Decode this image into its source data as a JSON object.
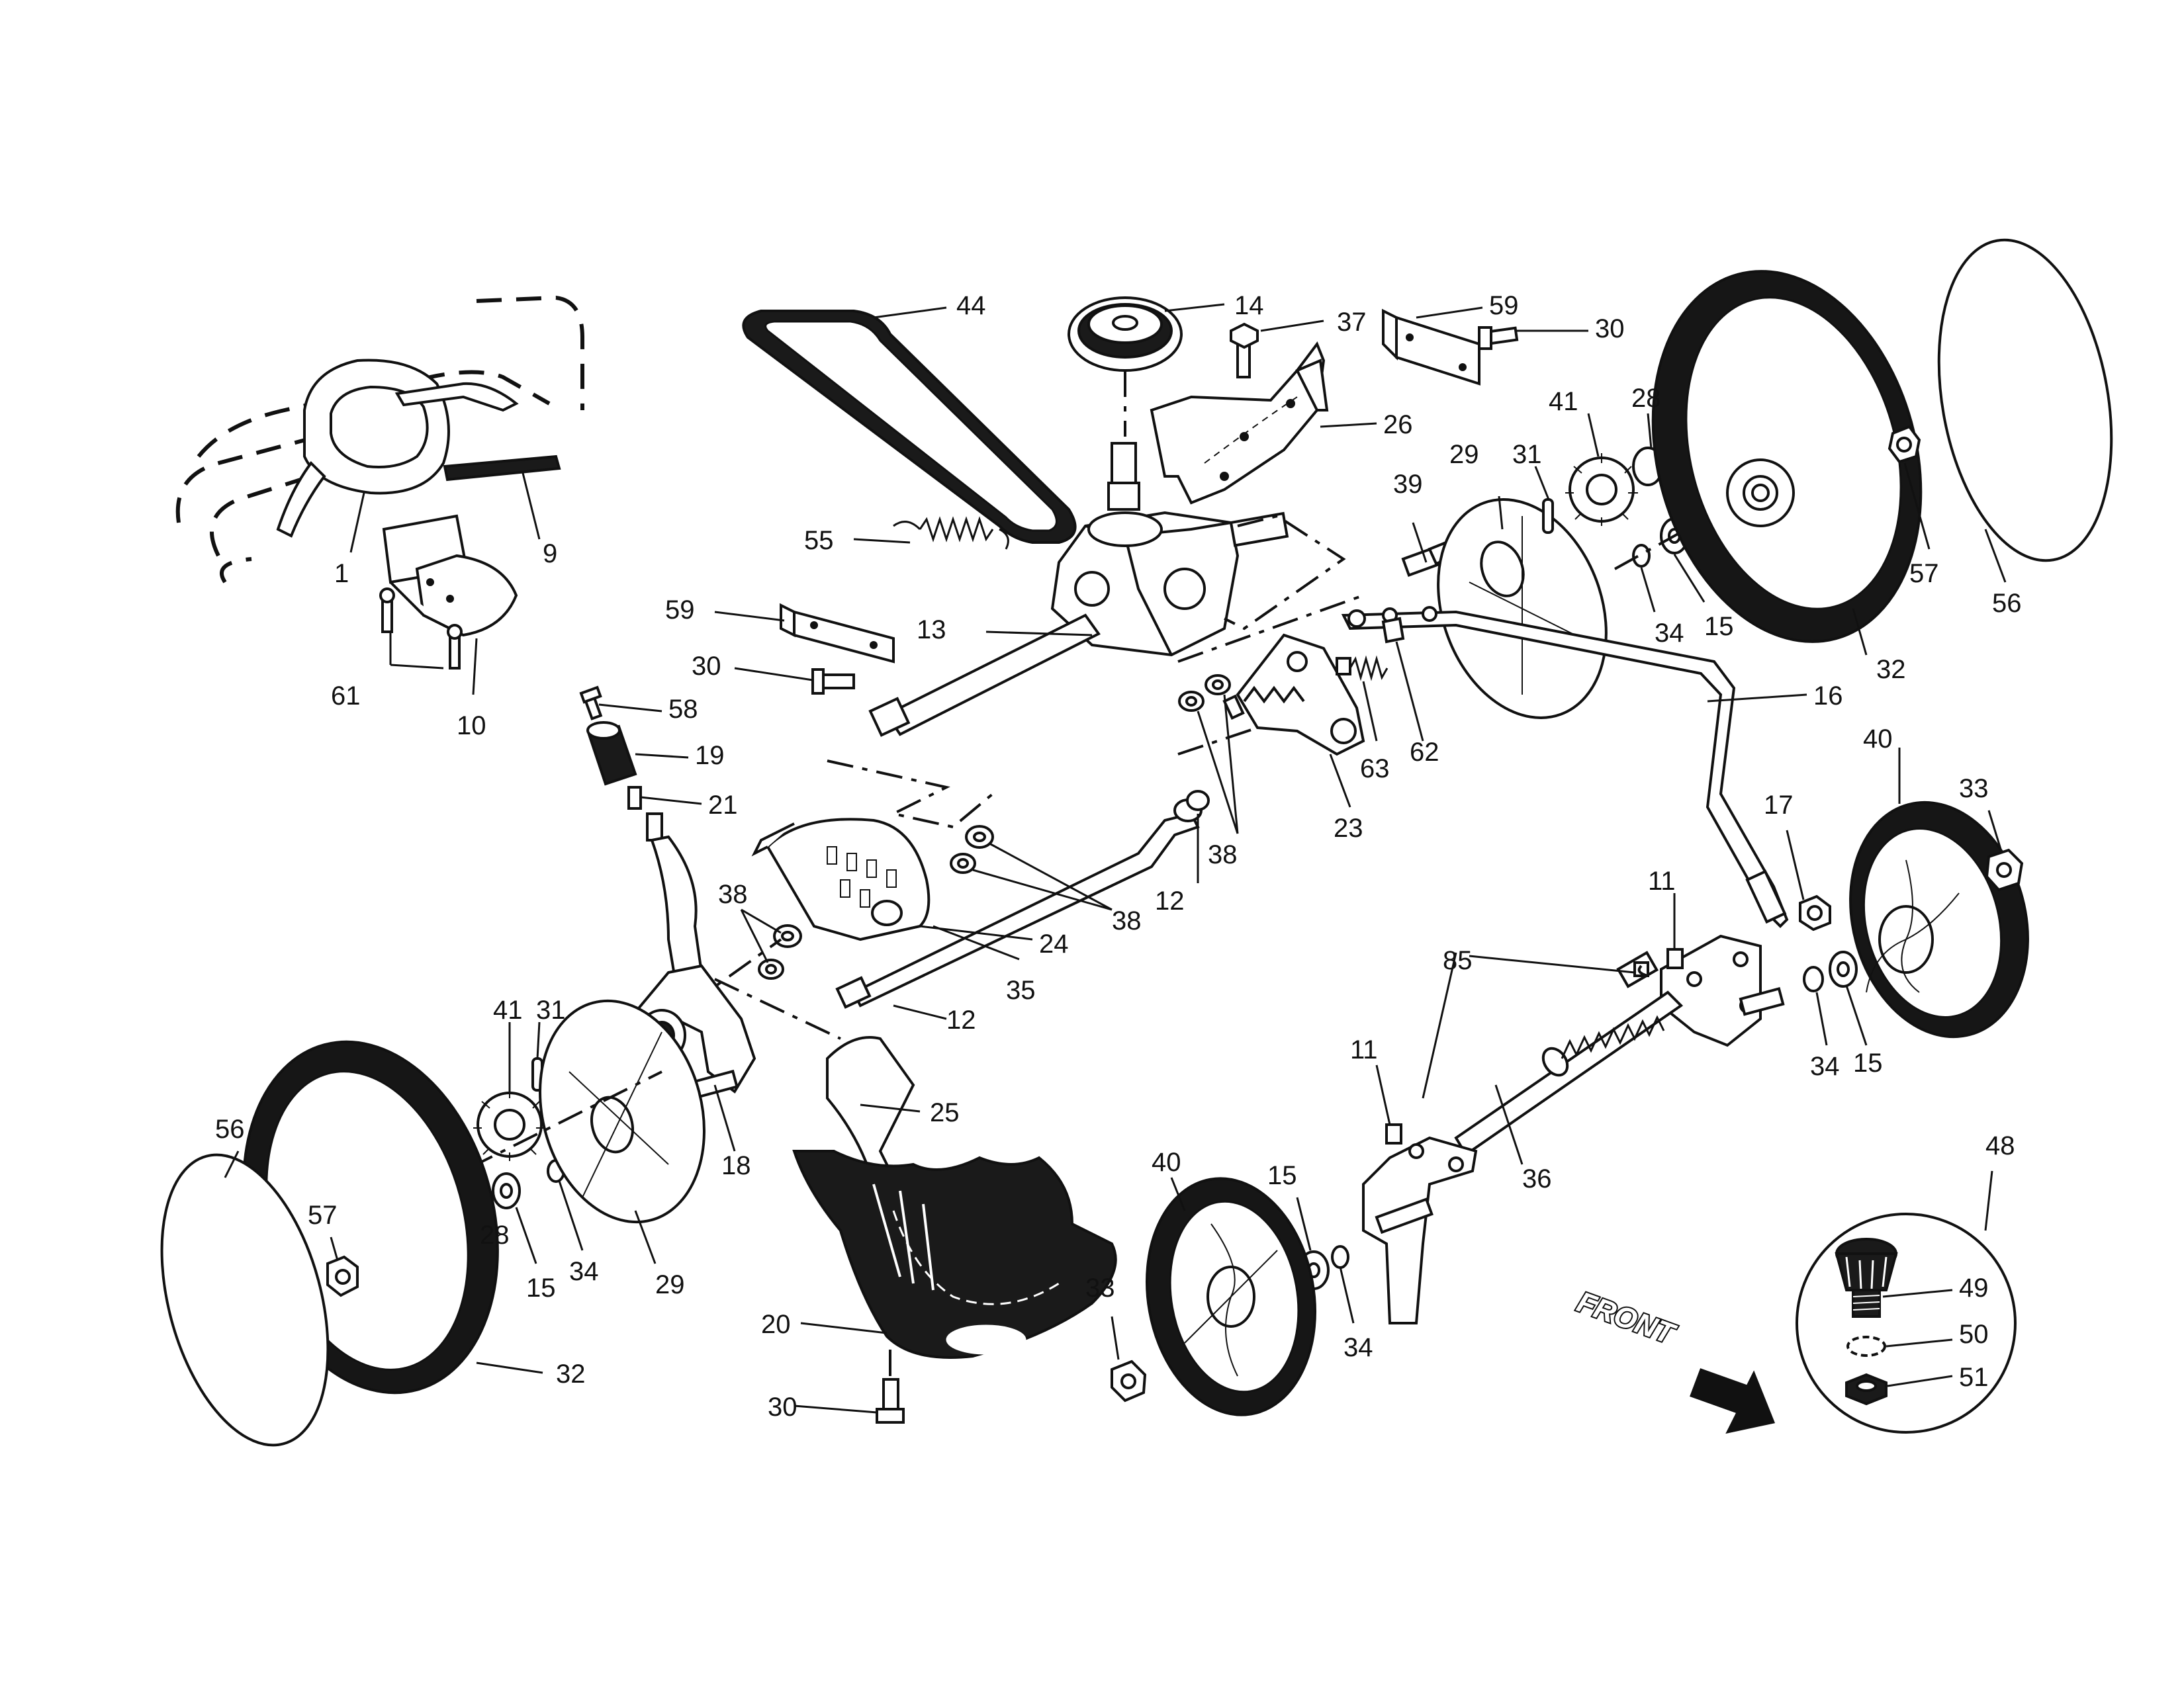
{
  "front_label": "FRONT",
  "colors": {
    "ink": "#111111",
    "paper": "#ffffff"
  },
  "callouts": [
    {
      "id": "c1",
      "text": "1"
    },
    {
      "id": "c9",
      "text": "9"
    },
    {
      "id": "c61",
      "text": "61"
    },
    {
      "id": "c10",
      "text": "10"
    },
    {
      "id": "c44",
      "text": "44"
    },
    {
      "id": "c14",
      "text": "14"
    },
    {
      "id": "c37",
      "text": "37"
    },
    {
      "id": "c59a",
      "text": "59"
    },
    {
      "id": "c30a",
      "text": "30"
    },
    {
      "id": "c26",
      "text": "26"
    },
    {
      "id": "c41a",
      "text": "41"
    },
    {
      "id": "c28a",
      "text": "28"
    },
    {
      "id": "c31a",
      "text": "31"
    },
    {
      "id": "c29a",
      "text": "29"
    },
    {
      "id": "c39",
      "text": "39"
    },
    {
      "id": "c57a",
      "text": "57"
    },
    {
      "id": "c56a",
      "text": "56"
    },
    {
      "id": "c55",
      "text": "55"
    },
    {
      "id": "c59b",
      "text": "59"
    },
    {
      "id": "c13",
      "text": "13"
    },
    {
      "id": "c30b",
      "text": "30"
    },
    {
      "id": "c34a",
      "text": "34"
    },
    {
      "id": "c15a",
      "text": "15"
    },
    {
      "id": "c32a",
      "text": "32"
    },
    {
      "id": "c16",
      "text": "16"
    },
    {
      "id": "c58",
      "text": "58"
    },
    {
      "id": "c19",
      "text": "19"
    },
    {
      "id": "c63",
      "text": "63"
    },
    {
      "id": "c62",
      "text": "62"
    },
    {
      "id": "c23",
      "text": "23"
    },
    {
      "id": "c21",
      "text": "21"
    },
    {
      "id": "c38a",
      "text": "38"
    },
    {
      "id": "c12a",
      "text": "12"
    },
    {
      "id": "c40a",
      "text": "40"
    },
    {
      "id": "c33a",
      "text": "33"
    },
    {
      "id": "c17",
      "text": "17"
    },
    {
      "id": "c38b",
      "text": "38"
    },
    {
      "id": "c38c",
      "text": "38"
    },
    {
      "id": "c24",
      "text": "24"
    },
    {
      "id": "c11a",
      "text": "11"
    },
    {
      "id": "c85",
      "text": "85"
    },
    {
      "id": "c35",
      "text": "35"
    },
    {
      "id": "c12b",
      "text": "12"
    },
    {
      "id": "c41b",
      "text": "41"
    },
    {
      "id": "c31b",
      "text": "31"
    },
    {
      "id": "c34b",
      "text": "34"
    },
    {
      "id": "c15b",
      "text": "15"
    },
    {
      "id": "c11b",
      "text": "11"
    },
    {
      "id": "c25",
      "text": "25"
    },
    {
      "id": "c56b",
      "text": "56"
    },
    {
      "id": "c18",
      "text": "18"
    },
    {
      "id": "c40b",
      "text": "40"
    },
    {
      "id": "c15c",
      "text": "15"
    },
    {
      "id": "c36",
      "text": "36"
    },
    {
      "id": "c48",
      "text": "48"
    },
    {
      "id": "c57b",
      "text": "57"
    },
    {
      "id": "c28b",
      "text": "28"
    },
    {
      "id": "c34c",
      "text": "34"
    },
    {
      "id": "c29b",
      "text": "29"
    },
    {
      "id": "c33b",
      "text": "33"
    },
    {
      "id": "c34d",
      "text": "34"
    },
    {
      "id": "c49",
      "text": "49"
    },
    {
      "id": "c15d",
      "text": "15"
    },
    {
      "id": "c50",
      "text": "50"
    },
    {
      "id": "c20",
      "text": "20"
    },
    {
      "id": "c51",
      "text": "51"
    },
    {
      "id": "c32b",
      "text": "32"
    },
    {
      "id": "c30c",
      "text": "30"
    }
  ]
}
